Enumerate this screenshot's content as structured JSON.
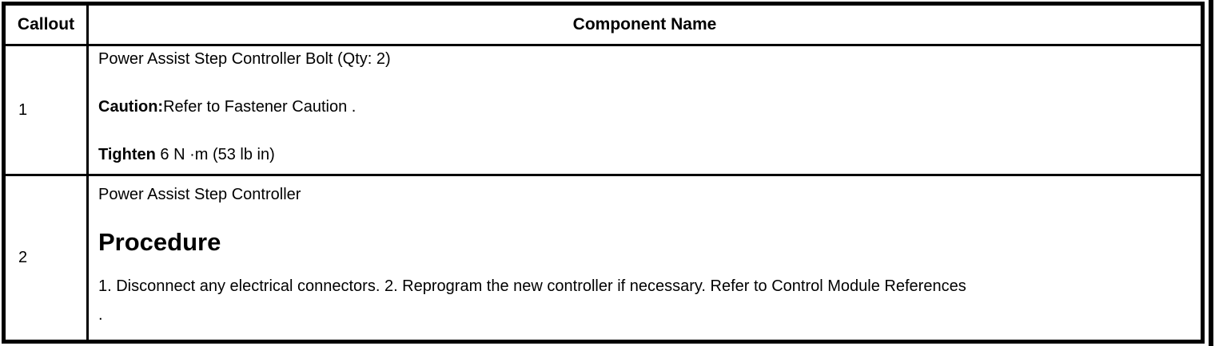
{
  "page": {
    "background": "#ffffff",
    "border_color": "#000000"
  },
  "table": {
    "header": {
      "callout": "Callout",
      "component": "Component Name"
    },
    "rows": [
      {
        "callout": "1",
        "name": "Power Assist Step Controller Bolt (Qty: 2)",
        "caution_label": "Caution:",
        "caution_text": "Refer to Fastener Caution .",
        "tighten_label": "Tighten",
        "tighten_text": " 6 N ·m (53 lb in)"
      },
      {
        "callout": "2",
        "name": "Power Assist Step Controller",
        "procedure_heading": "Procedure",
        "procedure_lines": [
          "1. Disconnect any electrical connectors. 2. Reprogram the new controller if necessary. Refer to Control Module References",
          "."
        ]
      }
    ]
  }
}
